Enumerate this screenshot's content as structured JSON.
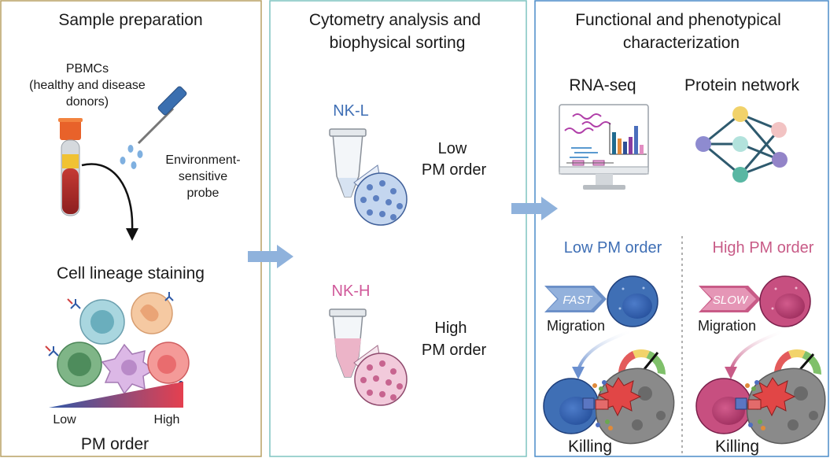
{
  "panels": {
    "prep": {
      "title": "Sample preparation",
      "pbmc_line1": "PBMCs",
      "pbmc_line2": "(healthy and disease",
      "pbmc_line3": "donors)",
      "probe_line1": "Environment-",
      "probe_line2": "sensitive",
      "probe_line3": "probe",
      "staining_title": "Cell lineage staining",
      "gradient_low": "Low",
      "gradient_high": "High",
      "gradient_label": "PM order"
    },
    "cytometry": {
      "title_line1": "Cytometry analysis and",
      "title_line2": "biophysical sorting",
      "nk_l_label": "NK-L",
      "nk_l_desc_line1": "Low",
      "nk_l_desc_line2": "PM order",
      "nk_h_label": "NK-H",
      "nk_h_desc_line1": "High",
      "nk_h_desc_line2": "PM order"
    },
    "characterization": {
      "title_line1": "Functional and phenotypical",
      "title_line2": "characterization",
      "rnaseq_label": "RNA-seq",
      "protein_label": "Protein network",
      "low_header": "Low PM order",
      "high_header": "High PM order",
      "fast_label": "FAST",
      "slow_label": "SLOW",
      "migration_label": "Migration",
      "killing_label": "Killing"
    }
  },
  "colors": {
    "prep_border": "#b8a063",
    "cyto_border": "#7fc4c0",
    "char_border": "#4a8cc8",
    "nk_low": "#3f6fb5",
    "nk_high": "#c74f80",
    "arrow": "#8fb2dc"
  }
}
